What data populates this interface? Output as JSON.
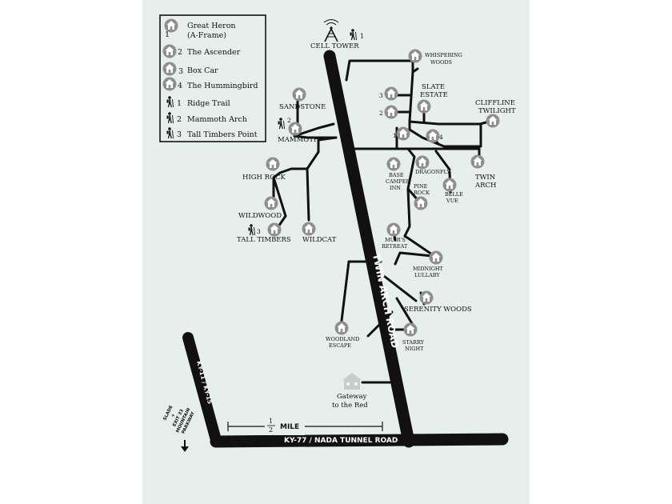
{
  "colors": {
    "background": "#e6efec",
    "road": "#111111",
    "cabin_fill": "#8f8f8f",
    "cabin_ring": "#ffffff",
    "text": "#111111"
  },
  "legend": {
    "items": [
      {
        "num": "1",
        "label": "Great Heron",
        "label2": "(A-Frame)",
        "icon": "cabin-icon"
      },
      {
        "num": "2",
        "label": "The Ascender",
        "label2": "",
        "icon": "cabin-icon"
      },
      {
        "num": "3",
        "label": "Box Car",
        "label2": "",
        "icon": "cabin-icon"
      },
      {
        "num": "4",
        "label": "The Hummingbird",
        "label2": "",
        "icon": "cabin-icon"
      },
      {
        "num": "1",
        "label": "Ridge Trail",
        "label2": "",
        "icon": "hiker-icon"
      },
      {
        "num": "2",
        "label": "Mammoth Arch",
        "label2": "",
        "icon": "hiker-icon"
      },
      {
        "num": "3",
        "label": "Tall Timbers Point",
        "label2": "",
        "icon": "hiker-icon"
      }
    ]
  },
  "roads": {
    "main": "TWIN ARCH ROAD",
    "bottom": "KY-77 / NADA TUNNEL ROAD",
    "left": "KY-11 / KY-15"
  },
  "scale": {
    "num": "1",
    "den": "2",
    "unit": "MILE"
  },
  "direction": {
    "line1": "SLADE",
    "line2": "+",
    "line3": "EXIT 33",
    "line4": "MOUNTAIN",
    "line5": "PARKWAY"
  },
  "tower": {
    "label": "CELL TOWER",
    "trail_num": "1"
  },
  "gateway": {
    "line1": "Gateway",
    "line2": "to the Red"
  },
  "places": {
    "whispering_woods": {
      "line1": "WHISPERING",
      "line2": "WOODS"
    },
    "slate_estate": {
      "line1": "SLATE",
      "line2": "ESTATE"
    },
    "cliffline_twilight": {
      "line1": "CLIFFLINE",
      "line2": "TWILIGHT"
    },
    "sandstone": {
      "line1": "SANDSTONE"
    },
    "mammoth": {
      "line1": "MAMMOTH",
      "trail_num": "2"
    },
    "high_rock": {
      "line1": "HIGH ROCK"
    },
    "wildwood": {
      "line1": "WILDWOOD"
    },
    "tall_timbers": {
      "line1": "TALL TIMBERS",
      "trail_num": "3"
    },
    "wildcat": {
      "line1": "WILDCAT"
    },
    "base_camper_inn": {
      "line1": "BASE",
      "line2": "CAMPER",
      "line3": "INN"
    },
    "dragonfly": {
      "line1": "DRAGONFLY"
    },
    "pine_rock": {
      "line1": "PINE",
      "line2": "ROCK"
    },
    "belle_vue": {
      "line1": "BELLE",
      "line2": "VUE"
    },
    "twin_arch": {
      "line1": "TWIN",
      "line2": "ARCH"
    },
    "muirs_retreat": {
      "line1": "MUIR'S",
      "line2": "RETREAT"
    },
    "midnight_lullaby": {
      "line1": "MIDNIGHT",
      "line2": "LULLABY"
    },
    "serenity_woods": {
      "line1": "SERENITY WOODS"
    },
    "woodland_escape": {
      "line1": "WOODLAND",
      "line2": "ESCAPE"
    },
    "starry_night": {
      "line1": "STARRY",
      "line2": "NIGHT"
    }
  },
  "slate_cabins": {
    "c3": "3",
    "c2": "2",
    "c1": "1",
    "c4": "4"
  }
}
